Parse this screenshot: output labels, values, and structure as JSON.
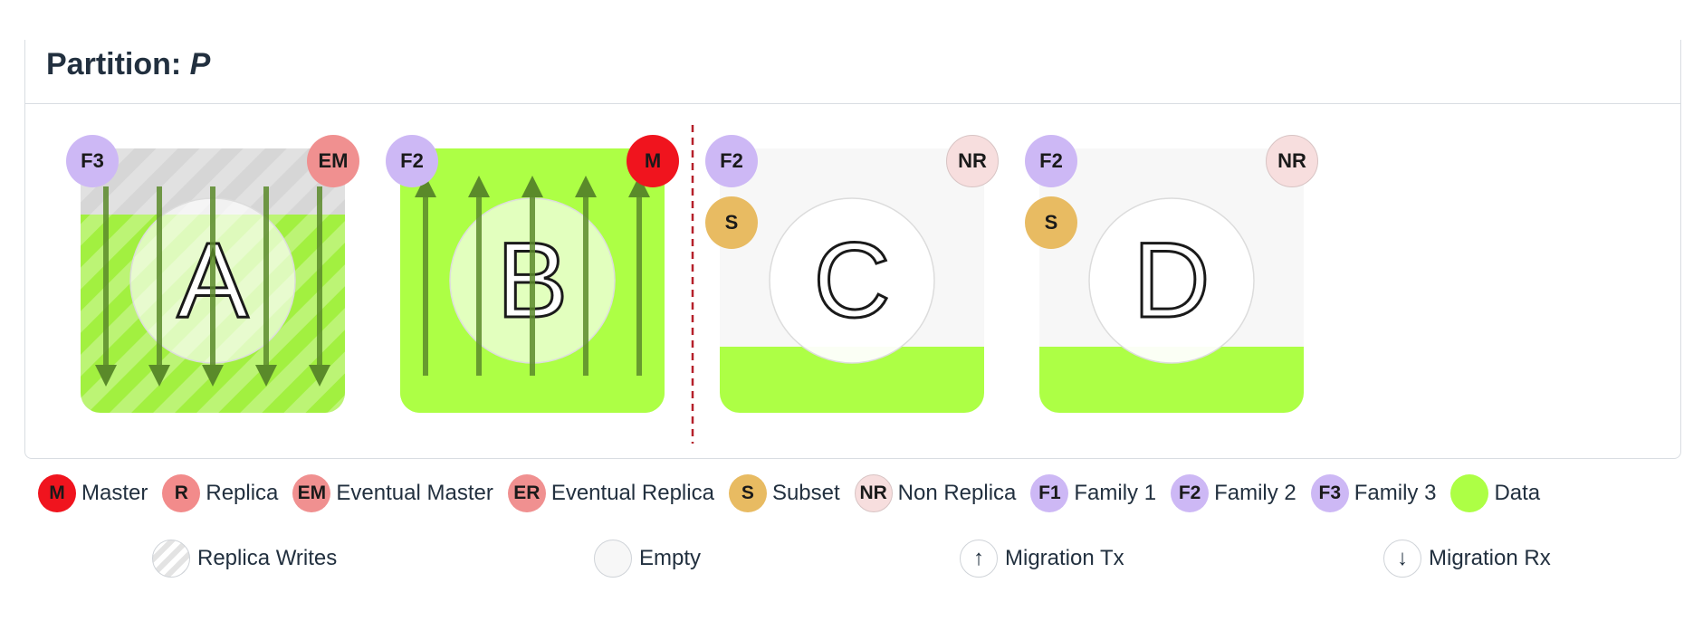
{
  "partition": {
    "label": "Partition:",
    "name": "P"
  },
  "colors": {
    "master": "#f0141e",
    "replica": "#f28b8b",
    "eventual_master": "#f09090",
    "eventual_replica": "#f09090",
    "subset": "#e8bb62",
    "non_replica": "#f7dede",
    "family": "#cdb8f5",
    "data": "#adff45",
    "empty": "#f7f7f7"
  },
  "nodes": [
    {
      "id": "A",
      "family": "F3",
      "role": "EM",
      "role_kind": "eventual_master",
      "fill": "replica_writes",
      "data_fraction": 0.75,
      "migration": "rx",
      "subset": null
    },
    {
      "id": "B",
      "family": "F2",
      "role": "M",
      "role_kind": "master",
      "fill": "data",
      "data_fraction": 1.0,
      "migration": "tx",
      "subset": null
    },
    {
      "id": "C",
      "family": "F2",
      "role": "NR",
      "role_kind": "non_replica",
      "fill": "empty",
      "data_fraction": 0.25,
      "migration": "none",
      "subset": "S"
    },
    {
      "id": "D",
      "family": "F2",
      "role": "NR",
      "role_kind": "non_replica",
      "fill": "empty",
      "data_fraction": 0.25,
      "migration": "none",
      "subset": "S"
    }
  ],
  "legend": {
    "row1": [
      {
        "symbol": "M",
        "label": "Master",
        "kind": "master"
      },
      {
        "symbol": "R",
        "label": "Replica",
        "kind": "replica"
      },
      {
        "symbol": "EM",
        "label": "Eventual Master",
        "kind": "eventual_master"
      },
      {
        "symbol": "ER",
        "label": "Eventual Replica",
        "kind": "eventual_replica"
      },
      {
        "symbol": "S",
        "label": "Subset",
        "kind": "subset"
      },
      {
        "symbol": "NR",
        "label": "Non Replica",
        "kind": "non_replica"
      },
      {
        "symbol": "F1",
        "label": "Family 1",
        "kind": "family"
      },
      {
        "symbol": "F2",
        "label": "Family 2",
        "kind": "family"
      },
      {
        "symbol": "F3",
        "label": "Family 3",
        "kind": "family"
      },
      {
        "symbol": "",
        "label": "Data",
        "kind": "data"
      }
    ],
    "row2": {
      "replica_writes": "Replica Writes",
      "empty": "Empty",
      "migration_tx": "Migration Tx",
      "migration_rx": "Migration Rx",
      "tx_glyph": "↑",
      "rx_glyph": "↓"
    }
  }
}
